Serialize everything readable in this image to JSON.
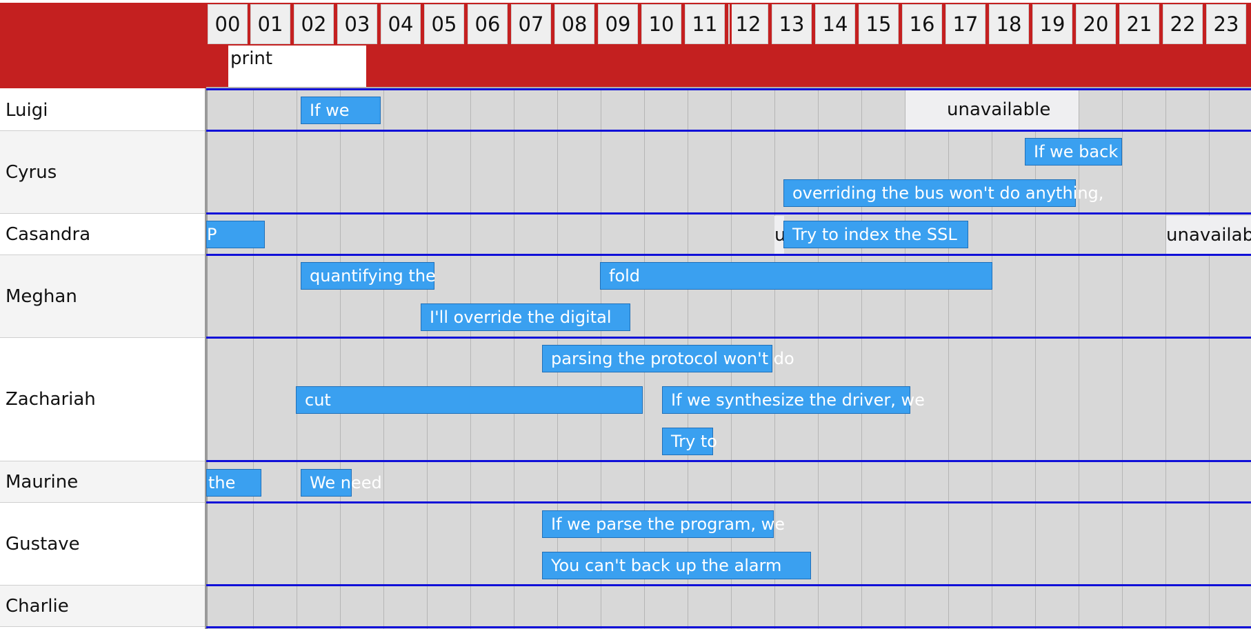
{
  "hours": [
    "00",
    "01",
    "02",
    "03",
    "04",
    "05",
    "06",
    "07",
    "08",
    "09",
    "10",
    "11",
    "12",
    "13",
    "14",
    "15",
    "16",
    "17",
    "18",
    "19",
    "20",
    "21",
    "22",
    "23"
  ],
  "top_band": {
    "event_label": "print"
  },
  "rows": [
    {
      "name": "Luigi"
    },
    {
      "name": "Cyrus"
    },
    {
      "name": "Casandra"
    },
    {
      "name": "Meghan"
    },
    {
      "name": "Zachariah"
    },
    {
      "name": "Maurine"
    },
    {
      "name": "Gustave"
    },
    {
      "name": "Charlie"
    }
  ],
  "unavailable": {
    "luigi": "unavailable",
    "casandra_a": "u",
    "casandra_b": "unavailable"
  },
  "events": {
    "luigi_1": "If we",
    "cyrus_1": "If we back",
    "cyrus_2": "overriding the bus won't do anything,",
    "casandra_1": "P",
    "casandra_2": "Try to index the SSL",
    "meghan_1": "quantifying the",
    "meghan_2": "fold",
    "meghan_3": "I'll override the digital",
    "zachariah_1": "parsing the protocol won't do",
    "zachariah_2": "cut",
    "zachariah_3": "If we synthesize the driver, we",
    "zachariah_4": "Try to",
    "maurine_1": "the",
    "maurine_2": "We need",
    "gustave_1": "If we parse the program, we",
    "gustave_2": "You can't back up the alarm"
  },
  "colors": {
    "header_red": "#c42020",
    "event_blue": "#3aa0f0",
    "row_separator": "#1010d8",
    "grid_bg": "#d8d8d8"
  }
}
